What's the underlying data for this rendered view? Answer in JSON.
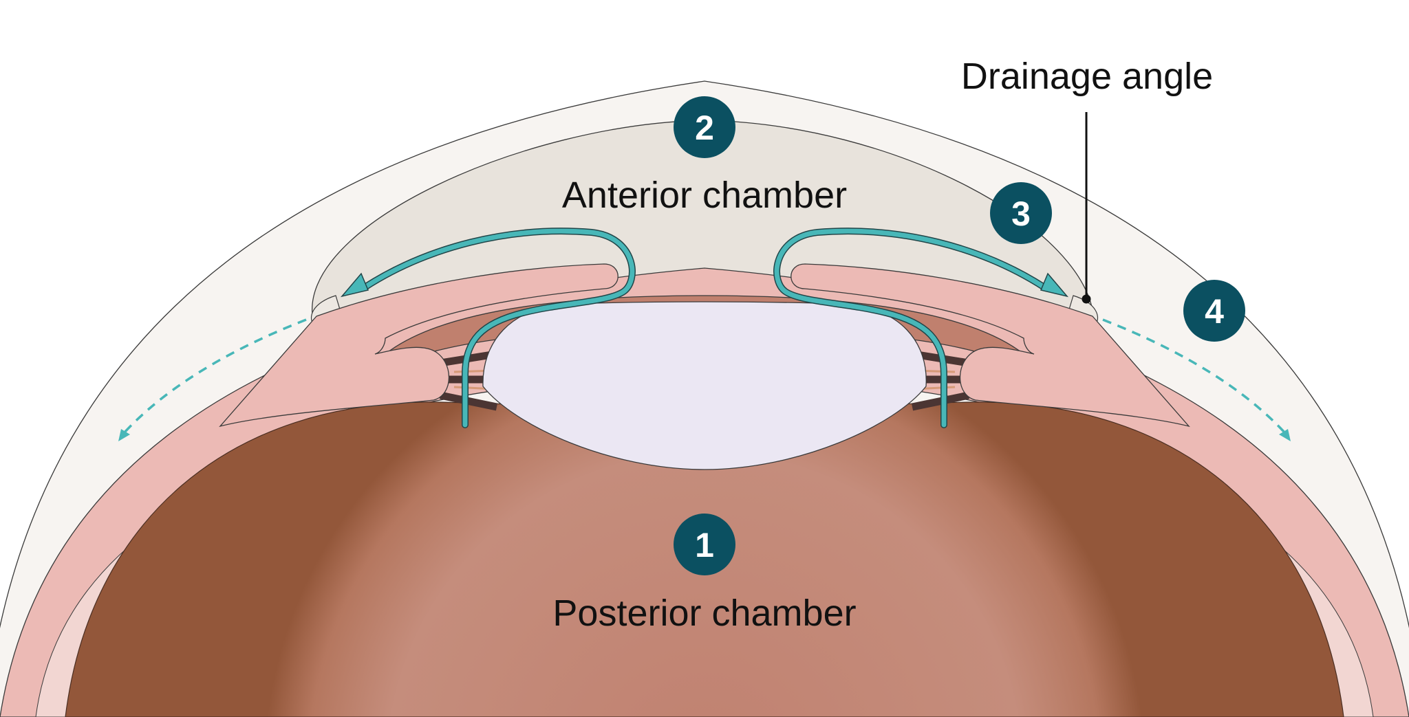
{
  "labels": {
    "drainage_angle": "Drainage angle",
    "anterior_chamber": "Anterior chamber",
    "posterior_chamber": "Posterior chamber"
  },
  "markers": {
    "m1": "1",
    "m2": "2",
    "m3": "3",
    "m4": "4"
  },
  "colors": {
    "marker": "#0b5061",
    "flow": "#48b7b8",
    "cornea": "#f7f4f1",
    "anterior_chamber": "#e8e3dc",
    "iris": "#ecbab5",
    "ciliary": "#c0806e",
    "lens": "#ebe7f3",
    "vitreous": "#c28473"
  }
}
